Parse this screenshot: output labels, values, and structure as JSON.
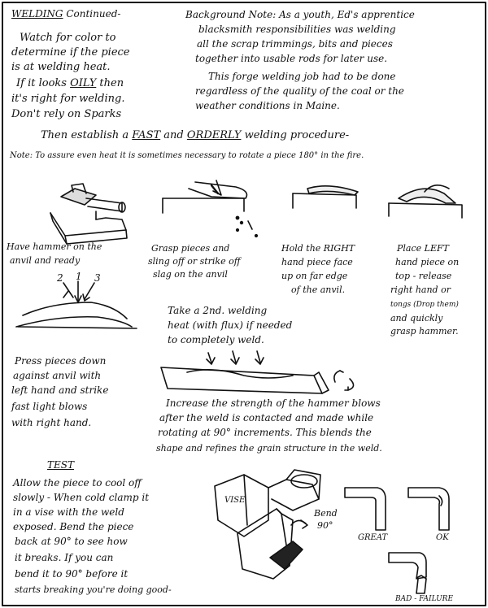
{
  "header": {
    "title_word": "WELDING",
    "title_rest": "Continued-"
  },
  "intro_left": {
    "lines": [
      "Watch for color to",
      "determine if the piece",
      "is at welding heat."
    ],
    "oily_line_pre": "If it looks",
    "oily_word": "OILY",
    "oily_line_post": "then",
    "lines2": [
      "it's right for welding.",
      "Don't rely on Sparks"
    ]
  },
  "background_note": {
    "lines": [
      "Background Note: As a youth, Ed's apprentice",
      "blacksmith responsibilities was welding",
      "all the scrap trimmings, bits and pieces",
      "together into usable rods for later use.",
      "This forge welding job had to be done",
      "regardless of the quality of the coal or the",
      "weather conditions in Maine."
    ]
  },
  "procedure": {
    "pre": "Then establish a",
    "fast": "FAST",
    "and": "and",
    "orderly": "ORDERLY",
    "post": "welding procedure-",
    "note": "Note: To assure even heat it is sometimes necessary to rotate a piece 180° in the fire."
  },
  "steps": {
    "step1": [
      "Have hammer on the",
      "anvil and ready"
    ],
    "step2": [
      "Grasp pieces and",
      "sling off or strike off",
      "slag on the anvil"
    ],
    "step3": [
      "Hold the RIGHT",
      "hand piece face",
      "up on far edge",
      "of the anvil."
    ],
    "step4": [
      "Place LEFT",
      "hand piece on",
      "top - release",
      "right hand or",
      "tongs (Drop them)",
      "and quickly",
      "grasp hammer."
    ]
  },
  "blow_numbers": [
    "2",
    "1",
    "3"
  ],
  "press": {
    "lines": [
      "Press pieces down",
      "against anvil with",
      "left hand and strike",
      "fast light blows",
      "with right hand."
    ]
  },
  "second_weld": {
    "lines": [
      "Take a 2nd. welding",
      "heat (with flux) if needed",
      "to completely weld."
    ]
  },
  "increase": {
    "lines": [
      "Increase the strength of the hammer blows",
      "after the weld is contacted and made while",
      "rotating at 90° increments. This blends the",
      "shape and refines the grain structure in the weld."
    ]
  },
  "test": {
    "title": "TEST",
    "lines": [
      "Allow the piece to cool off",
      "slowly - When cold clamp it",
      "in a vise with the weld",
      "exposed. Bend the piece",
      "back at 90° to see how",
      "it breaks. If you can",
      "bend it to 90° before it",
      "starts breaking you're doing good-"
    ]
  },
  "labels": {
    "vise": "VISE",
    "bend": "Bend",
    "bend_angle": "90°",
    "great": "GREAT",
    "ok": "OK",
    "bad": "BAD - FAILURE"
  }
}
